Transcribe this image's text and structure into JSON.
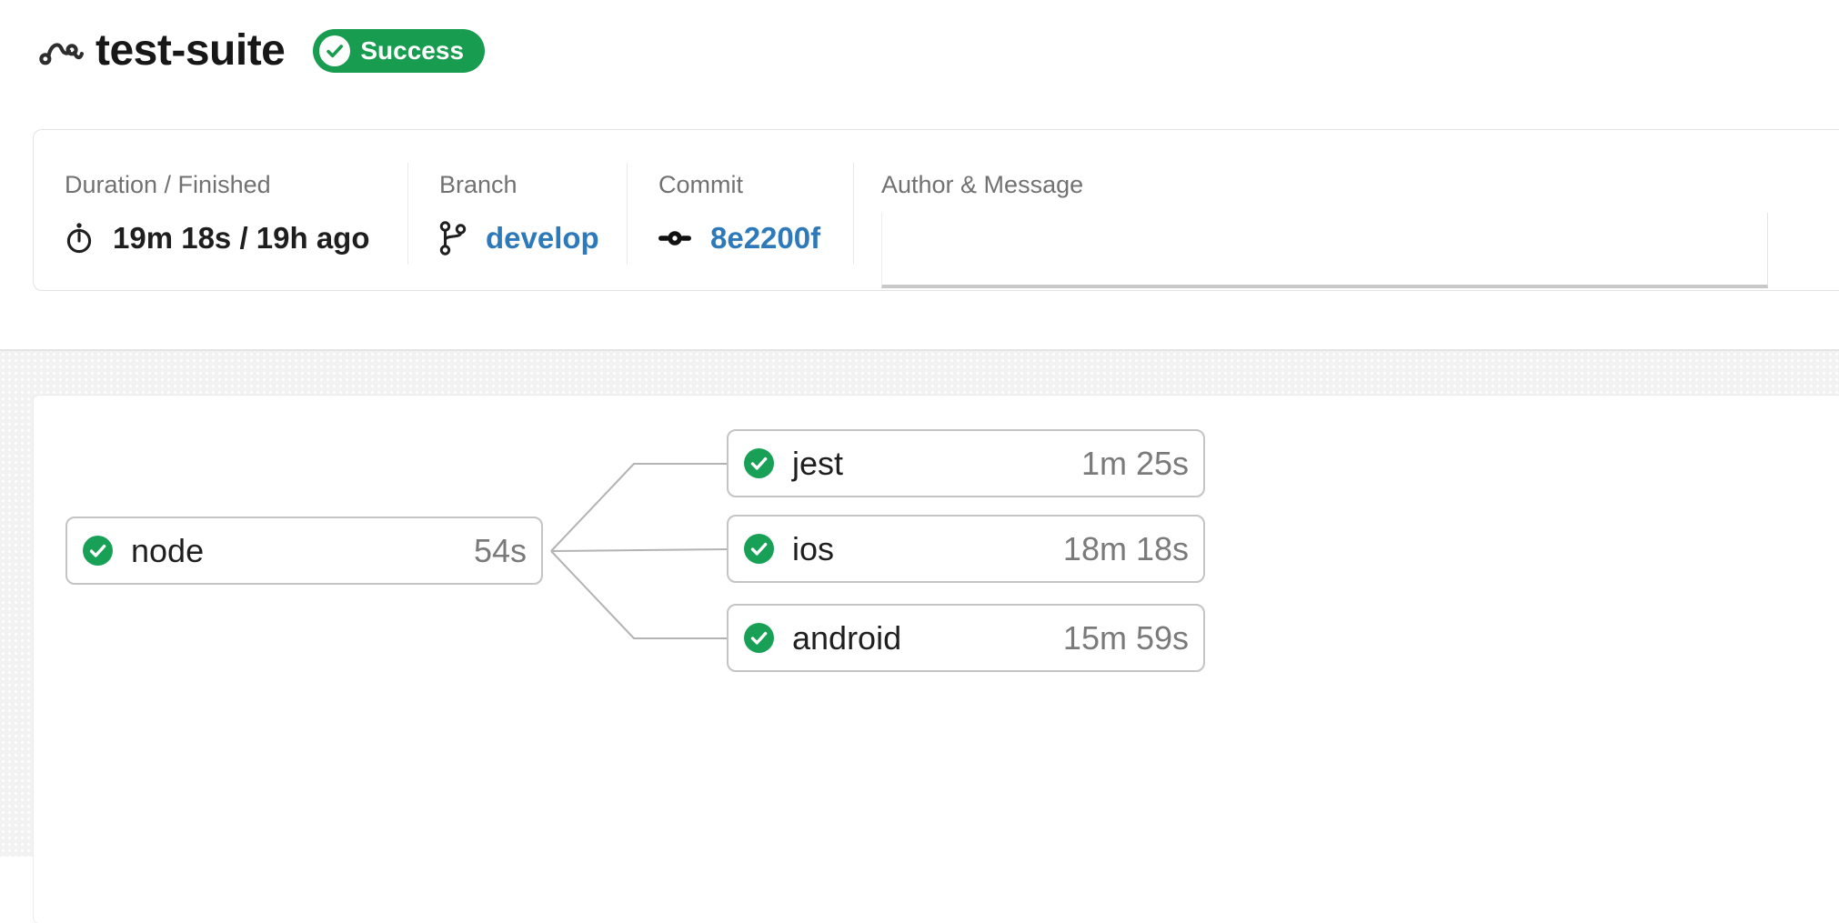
{
  "header": {
    "title": "test-suite",
    "status": "Success"
  },
  "meta": {
    "duration": {
      "label": "Duration / Finished",
      "value": "19m 18s / 19h ago"
    },
    "branch": {
      "label": "Branch",
      "value": "develop"
    },
    "commit": {
      "label": "Commit",
      "value": "8e2200f"
    },
    "author": {
      "label": "Author & Message",
      "value": ""
    }
  },
  "pipeline": {
    "root": {
      "name": "node",
      "duration": "54s",
      "status": "success"
    },
    "children": [
      {
        "name": "jest",
        "duration": "1m 25s",
        "status": "success"
      },
      {
        "name": "ios",
        "duration": "18m 18s",
        "status": "success"
      },
      {
        "name": "android",
        "duration": "15m 59s",
        "status": "success"
      }
    ]
  },
  "icons": {
    "header": "pipeline-icon",
    "duration": "stopwatch-icon",
    "branch": "git-branch-icon",
    "commit": "git-commit-icon",
    "job_status": "check-circle-icon"
  },
  "colors": {
    "badge_green": "#189c4f",
    "check_green": "#18a156",
    "link_blue": "#2e79ba",
    "text_dark": "#1e1e1e",
    "label_gray": "#717171",
    "time_gray": "#7a7a7a",
    "connector_gray": "#b3b3b3",
    "canvas_gray": "#f2f2f3"
  }
}
